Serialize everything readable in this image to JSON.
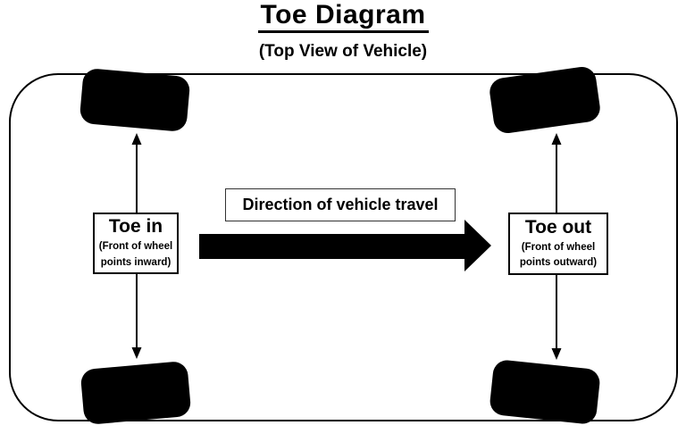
{
  "title": "Toe Diagram",
  "subtitle": "(Top View of Vehicle)",
  "direction": {
    "label": "Direction of vehicle travel"
  },
  "toe_in": {
    "label": "Toe in",
    "description": "(Front of wheel points inward)"
  },
  "toe_out": {
    "label": "Toe out",
    "description": "(Front of wheel points outward)"
  },
  "colors": {
    "ink": "#000000",
    "background": "#ffffff"
  }
}
